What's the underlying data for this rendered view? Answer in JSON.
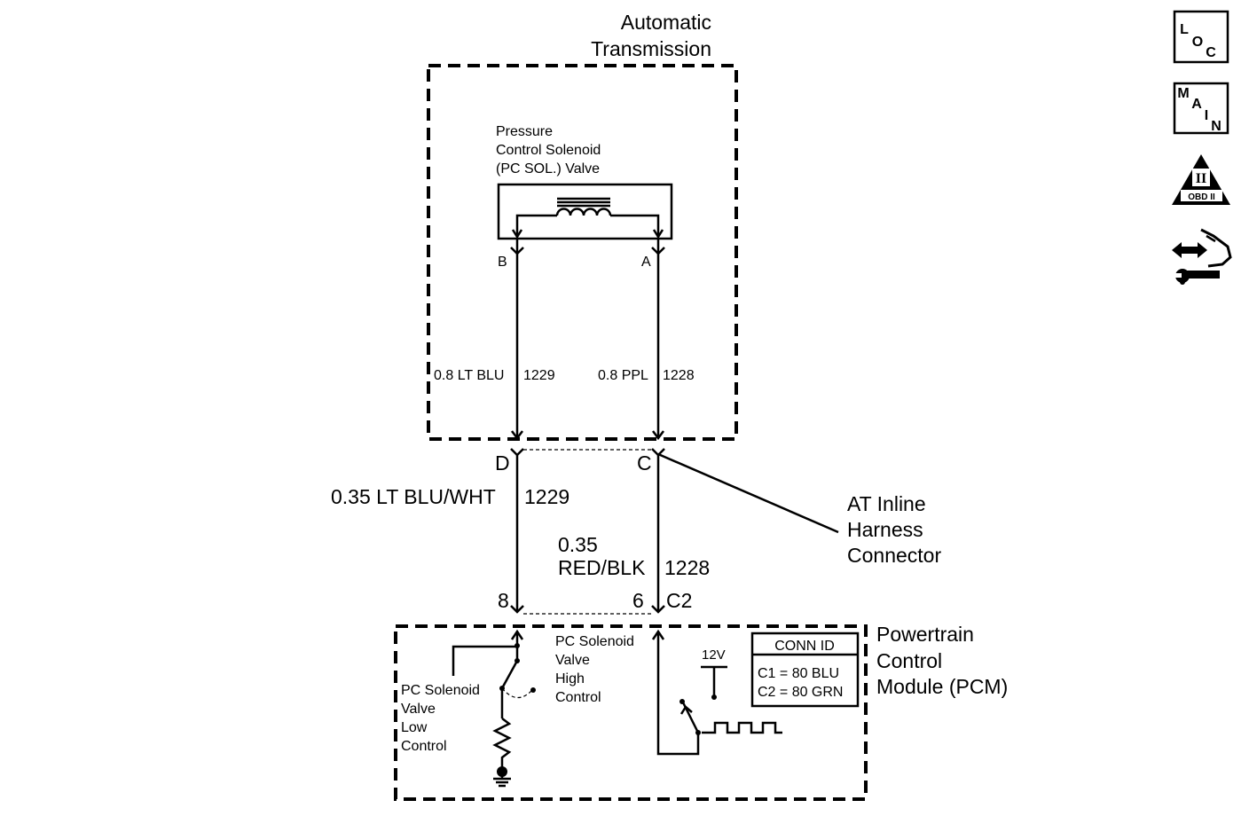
{
  "transmission": {
    "title_line1": "Automatic",
    "title_line2": "Transmission"
  },
  "solenoid": {
    "label_line1": "Pressure",
    "label_line2": "Control Solenoid",
    "label_line3": "(PC SOL.) Valve",
    "pin_b": "B",
    "pin_a": "A"
  },
  "wires_upper": {
    "left_color": "0.8 LT BLU",
    "left_circuit": "1229",
    "right_color": "0.8 PPL",
    "right_circuit": "1228"
  },
  "inline_connector": {
    "pin_d": "D",
    "pin_c": "C",
    "label_line1": "AT Inline",
    "label_line2": "Harness",
    "label_line3": "Connector"
  },
  "wires_lower": {
    "left_color": "0.35 LT BLU/WHT",
    "left_circuit": "1229",
    "right_size": "0.35",
    "right_color": "RED/BLK",
    "right_circuit": "1228"
  },
  "pcm_connector": {
    "pin_8": "8",
    "pin_6": "6",
    "connector": "C2"
  },
  "pcm": {
    "label_line1": "Powertrain",
    "label_line2": "Control",
    "label_line3": "Module (PCM)",
    "high_control": [
      "PC Solenoid",
      "Valve",
      "High",
      "Control"
    ],
    "low_control": [
      "PC Solenoid",
      "Valve",
      "Low",
      "Control"
    ],
    "supply": "12V"
  },
  "conn_id": {
    "header": "CONN ID",
    "rows": [
      "C1 = 80 BLU",
      "C2 = 80 GRN"
    ]
  },
  "nav": {
    "loc": [
      "L",
      "O",
      "C"
    ],
    "main": [
      "M",
      "A",
      "I",
      "N"
    ],
    "obd_numeral": "II",
    "obd_label": "OBD II",
    "icons": [
      "loc-icon",
      "main-icon",
      "obd-ii-icon",
      "hand-wrench-icon"
    ]
  },
  "colors": {
    "line": "#000000",
    "background": "#ffffff"
  }
}
